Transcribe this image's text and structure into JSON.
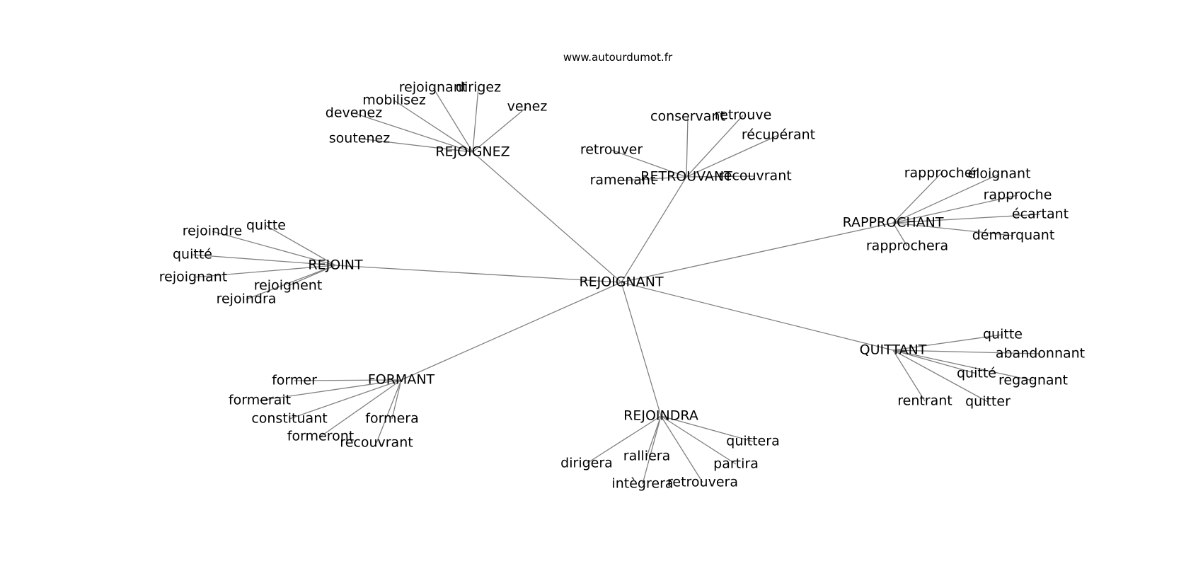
{
  "site": "www.autourdumot.fr",
  "graph": {
    "center": "REJOIGNANT",
    "hubs": [
      {
        "label": "REJOIGNEZ",
        "words": [
          "rejoignant",
          "dirigez",
          "mobilisez",
          "devenez",
          "venez",
          "soutenez"
        ]
      },
      {
        "label": "RETROUVANT",
        "words": [
          "conservant",
          "retrouve",
          "récupérant",
          "retrouver",
          "ramenant",
          "recouvrant"
        ]
      },
      {
        "label": "RAPPROCHANT",
        "words": [
          "rapprocher",
          "éloignant",
          "rapproche",
          "écartant",
          "démarquant",
          "rapprochera"
        ]
      },
      {
        "label": "REJOINT",
        "words": [
          "quitte",
          "rejoindre",
          "quitté",
          "rejoignant",
          "rejoignent",
          "rejoindra"
        ]
      },
      {
        "label": "QUITTANT",
        "words": [
          "quitte",
          "abandonnant",
          "quitté",
          "regagnant",
          "rentrant",
          "quitter"
        ]
      },
      {
        "label": "FORMANT",
        "words": [
          "former",
          "formerait",
          "constituant",
          "formera",
          "formeront",
          "recouvrant"
        ]
      },
      {
        "label": "REJOINDRA",
        "words": [
          "quittera",
          "dirigera",
          "ralliera",
          "partira",
          "intègrera",
          "retrouvera"
        ]
      }
    ]
  }
}
